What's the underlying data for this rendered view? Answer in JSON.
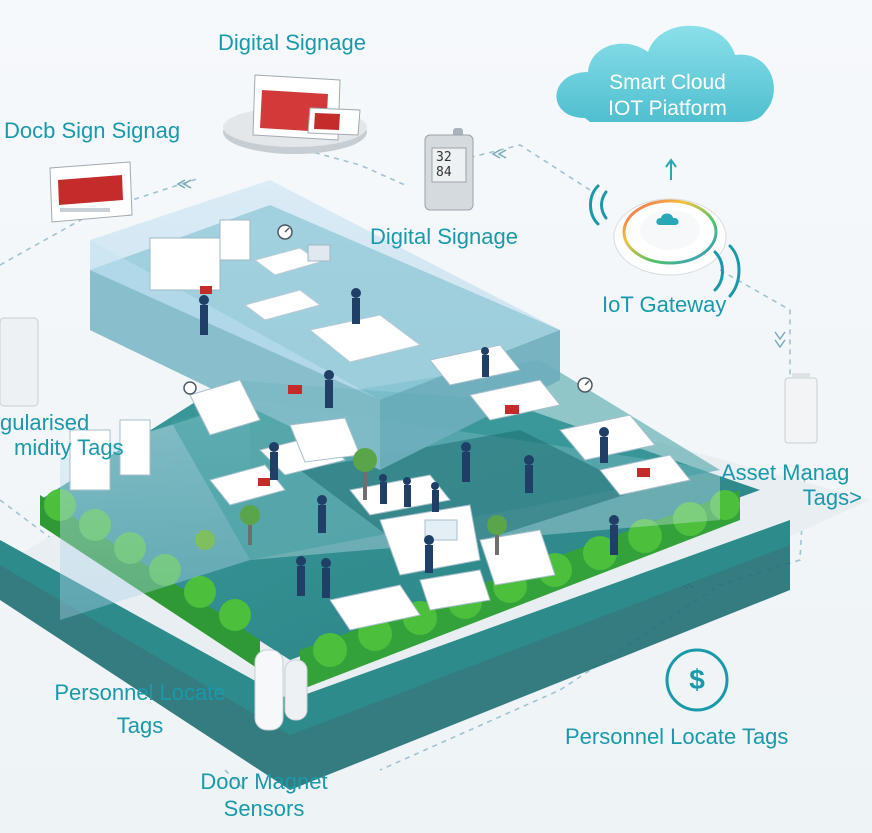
{
  "labels": {
    "digital_signage_top": "Digital Signage",
    "docb_sign": "Docb Sign Signag",
    "digital_signage_mid": "Digital Signage",
    "cloud_line1": "Smart Cloud",
    "cloud_line2": "IOT Piatform",
    "iot_gateway": "IoT Gateway",
    "humidity_line1": "gularised",
    "humidity_line2": "midity Tags",
    "asset_line1": "Asset Manag",
    "asset_line2": "Tags>",
    "personnel_left_line1": "Personnel Locate",
    "personnel_left_line2": "Tags",
    "door_line1": "Door Magnet",
    "door_line2": "Sensors",
    "personnel_right": "Personnel Locate Tags"
  },
  "device_text": {
    "thermo_top": "32",
    "thermo_bottom": "84"
  },
  "colors": {
    "accent": "#1a99aa",
    "floor_teal": "#2f8f90",
    "floor_dark": "#1f6f72",
    "hedge_green": "#39a93a",
    "glass": "#9ec9e4",
    "cloud": "#6fd0dc"
  },
  "icons": [
    "cloud-icon",
    "gateway-icon",
    "signal-wave-icon",
    "dollar-icon",
    "thermometer-device-icon",
    "signage-icon",
    "door-sensor-icon",
    "tree-icon",
    "desk-icon",
    "person-icon"
  ]
}
